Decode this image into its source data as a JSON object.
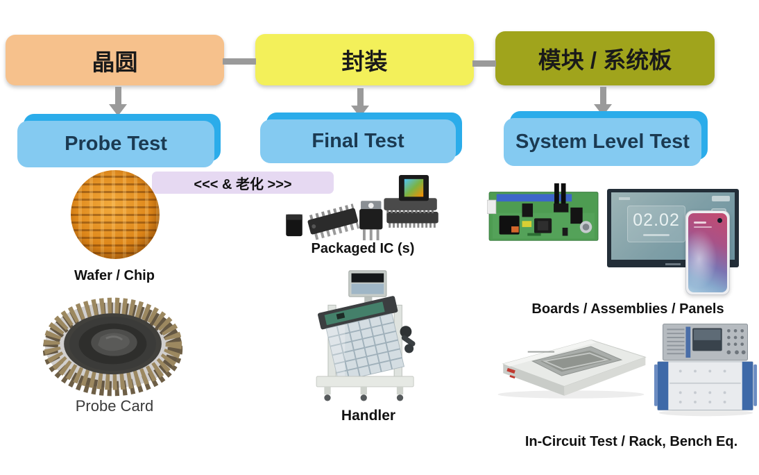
{
  "flow": {
    "stages": [
      {
        "label": "晶圆",
        "test_label": "Probe Test"
      },
      {
        "label": "封装",
        "test_label": "Final Test"
      },
      {
        "label": "模块 / 系统板",
        "test_label": "System Level Test"
      }
    ],
    "burn_in_label": "<<< & 老化 >>>"
  },
  "captions": {
    "wafer": "Wafer / Chip",
    "probe_card": "Probe Card",
    "packaged_ic": "Packaged IC (s)",
    "handler": "Handler",
    "boards": "Boards / Assemblies / Panels",
    "in_circuit": "In-Circuit Test  / Rack, Bench Eq."
  },
  "panel_display": {
    "clock": "02.02"
  },
  "colors": {
    "stage_wafer_bg": "#F6C18C",
    "stage_package_bg": "#F3F05A",
    "stage_module_bg": "#A0A41C",
    "test_box_front": "#84CAF1",
    "test_box_back": "#2BACEA",
    "burn_in_bg": "#E6D9F2",
    "connector_gray": "#9A9A9A",
    "wafer_orange": "#DD8518"
  }
}
